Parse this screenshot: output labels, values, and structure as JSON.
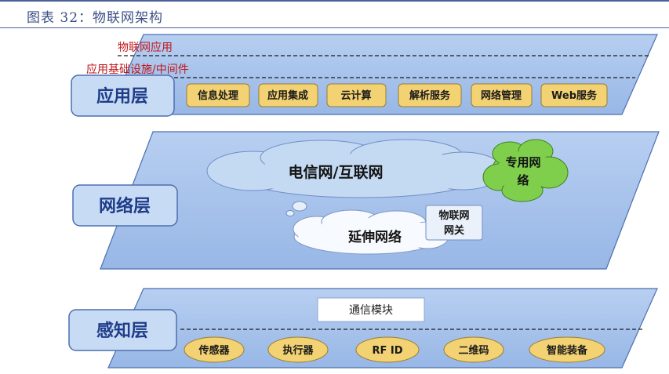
{
  "figure": {
    "title": "图表 32：物联网架构"
  },
  "application_layer": {
    "label": "应用层",
    "top_text": "物联网应用",
    "middle_text": "应用基础设施/中间件",
    "services": [
      "信息处理",
      "应用集成",
      "云计算",
      "解析服务",
      "网络管理",
      "Web服务"
    ]
  },
  "network_layer": {
    "label": "网络层",
    "telecom_cloud": "电信网/互联网",
    "private_net": [
      "专用网",
      "络"
    ],
    "extension_net": "延伸网络",
    "gateway": [
      "物联网",
      "网关"
    ]
  },
  "perception_layer": {
    "label": "感知层",
    "comm_module": "通信模块",
    "devices": [
      "传感器",
      "执行器",
      "RF ID",
      "二维码",
      "智能装备"
    ]
  },
  "colors": {
    "layer_fill": "#a9c4ec",
    "layer_stroke": "#4d6fb0",
    "label_fill": "#c7dbf5",
    "title_text": "#1f3c88",
    "chip_fill": "#f3d273",
    "red_text": "#c0161b",
    "cloud_white": "#f7fafe",
    "cloud_blue": "#c4d9f2",
    "cloud_green": "#7fcf4d"
  }
}
